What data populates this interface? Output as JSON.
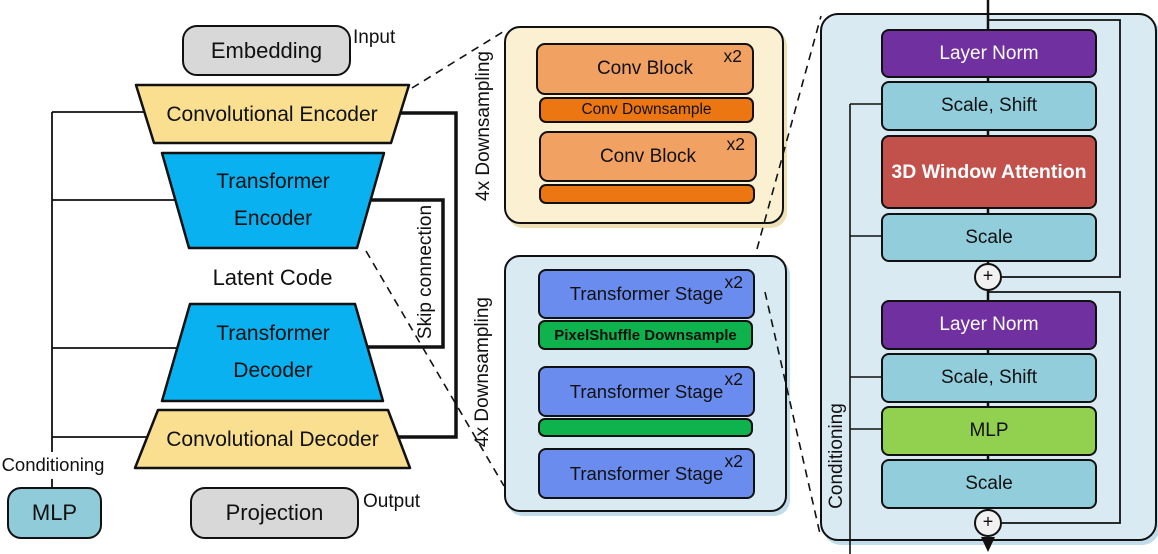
{
  "encoder_decoder": {
    "embedding": "Embedding",
    "input": "Input",
    "conv_encoder": "Convolutional Encoder",
    "transformer_encoder": [
      "Transformer",
      "Encoder"
    ],
    "latent_code": "Latent Code",
    "transformer_decoder": [
      "Transformer",
      "Decoder"
    ],
    "conv_decoder": "Convolutional Decoder",
    "projection": "Projection",
    "output": "Output",
    "conditioning": "Conditioning",
    "mlp": "MLP",
    "skip_connection": "Skip connection"
  },
  "conv_stack": {
    "side_label": "4x Downsampling",
    "blocks": [
      {
        "label": "Conv Block",
        "multiplier": "x2"
      },
      {
        "label": "Conv Downsample"
      },
      {
        "label": "Conv Block",
        "multiplier": "x2"
      },
      {
        "label": ""
      }
    ]
  },
  "transformer_stack": {
    "side_label": "4x Downsampling",
    "blocks": [
      {
        "label": "Transformer Stage",
        "multiplier": "x2"
      },
      {
        "label": "PixelShuffle Downsample"
      },
      {
        "label": "Transformer Stage",
        "multiplier": "x2"
      },
      {
        "label": ""
      },
      {
        "label": "Transformer Stage",
        "multiplier": "x2"
      }
    ]
  },
  "transformer_block": {
    "conditioning": "Conditioning",
    "plus": "+",
    "blocks": [
      {
        "label": "Layer Norm"
      },
      {
        "label": "Scale, Shift"
      },
      {
        "label": "3D Window Attention"
      },
      {
        "label": "Scale"
      },
      {
        "label": "Layer Norm"
      },
      {
        "label": "Scale, Shift"
      },
      {
        "label": "MLP"
      },
      {
        "label": "Scale"
      }
    ]
  },
  "colors": {
    "trapezoid_yellow": "#F9DF8F",
    "trapezoid_blue": "#09B1F0",
    "gray_box": "#D8D8D8",
    "mlp_box_blue": "#8FCBD8",
    "cream_panel": "#FBF0D2",
    "light_blue_panel": "#D9EAF2",
    "conv_block_orange": "#F1A162",
    "downsample_orange": "#EC7612",
    "transformer_stage_blue": "#6B8CEF",
    "pixelshuffle_green": "#0EB34E",
    "layer_norm_purple": "#7030A0",
    "scale_shift_blue": "#92CDDC",
    "attention_red": "#C2504B",
    "mlp_green": "#92D050"
  }
}
